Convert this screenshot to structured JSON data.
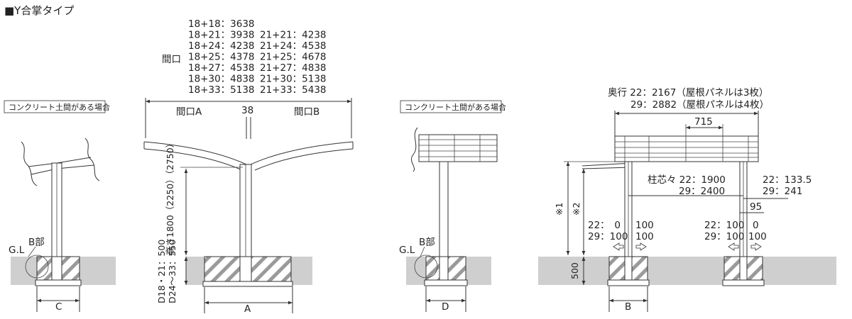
{
  "title": "■Y合掌タイプ",
  "concrete_note": "コンクリート土間がある場合",
  "gl_label": "G.L",
  "b_part_label": "B部",
  "front": {
    "maguchi_label": "間口",
    "width_table_col1": [
      "18+18：3638",
      "18+21：3938",
      "18+24：4238",
      "18+25：4378",
      "18+27：4538",
      "18+30：4838",
      "18+33：5138"
    ],
    "width_table_col2": [
      "21+21：4238",
      "21+24：4538",
      "21+25：4678",
      "21+27：4838",
      "21+30：5138",
      "21+33：5438"
    ],
    "maguchi_a": "間口A",
    "maguchi_b": "間口B",
    "center_gap": "38",
    "height_label": "高さ1800（2250）（2750）",
    "depth_label_1": "D18・21：500",
    "depth_label_2": "D24〜33：550",
    "dim_a": "A"
  },
  "left_detail": {
    "dim_c": "C"
  },
  "side_detail": {
    "dim_d": "D"
  },
  "side": {
    "depth_line1": "奥行 22：2167（屋根パネルは3枚）",
    "depth_line2": "29：2882（屋根パネルは4枚）",
    "panel_width": "715",
    "pitch_line1": "柱芯々 22：1900",
    "pitch_line2": "29：2400",
    "offset_line1": "22：133.5",
    "offset_line2": "29：241",
    "dim_95": "95",
    "note_1": "※1",
    "note_2": "※2",
    "left_off_line1": "22：　0",
    "left_off_line2": "29：100",
    "left_off_right1": "100",
    "left_off_right2": "100",
    "right_off_line1": "22：100",
    "right_off_line2": "29：100",
    "right_off_right1": "0",
    "right_off_right2": "100",
    "dim_500": "500",
    "dim_b": "B"
  },
  "colors": {
    "ground": "#cfcfcf",
    "line": "#333333"
  }
}
